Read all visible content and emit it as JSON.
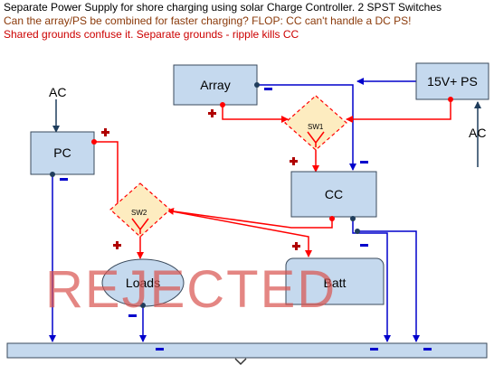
{
  "header": {
    "line1": "Separate Power Supply for shore charging using solar Charge Controller. 2 SPST Switches",
    "line2": "Can the array/PS be combined for faster charging?   FLOP: CC can't handle a DC PS!",
    "line3": "Shared grounds confuse it. Separate grounds - ripple kills CC"
  },
  "boxes": {
    "array": "Array",
    "ps": "15V+ PS",
    "pc": "PC",
    "cc": "CC",
    "loads": "Loads",
    "batt": "Batt"
  },
  "inputs": {
    "ac_left": "AC",
    "ac_right": "AC"
  },
  "switches": {
    "sw1": "SW1",
    "sw2": "SW2"
  },
  "stamp": "REJECTED",
  "colors": {
    "positive": "#ff0000",
    "negative": "#0000cc",
    "box_fill": "#c5d9ee",
    "switch_fill": "#fdecc0"
  }
}
